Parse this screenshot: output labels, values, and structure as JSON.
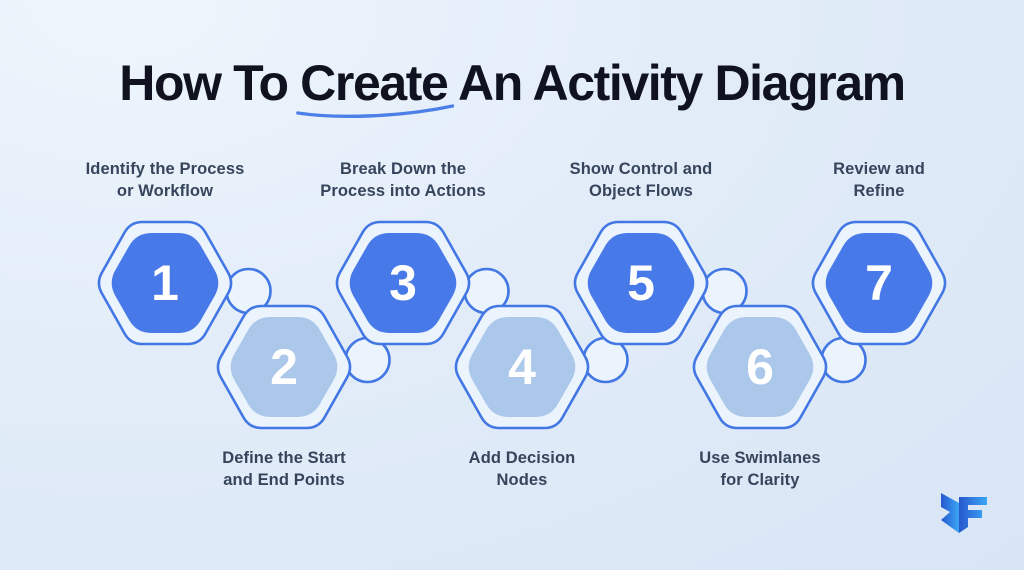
{
  "title": {
    "pre": "How To ",
    "highlight": "Create",
    "post": " An Activity Diagram"
  },
  "steps": [
    {
      "num": "1",
      "label": "Identify the Process\nor Workflow",
      "row": "top",
      "tone": "primary"
    },
    {
      "num": "2",
      "label": "Define the Start\nand End Points",
      "row": "bottom",
      "tone": "muted"
    },
    {
      "num": "3",
      "label": "Break Down the\nProcess into Actions",
      "row": "top",
      "tone": "primary"
    },
    {
      "num": "4",
      "label": "Add Decision\nNodes",
      "row": "bottom",
      "tone": "muted"
    },
    {
      "num": "5",
      "label": "Show Control and\nObject Flows",
      "row": "top",
      "tone": "primary"
    },
    {
      "num": "6",
      "label": "Use Swimlanes\nfor Clarity",
      "row": "bottom",
      "tone": "muted"
    },
    {
      "num": "7",
      "label": "Review and\nRefine",
      "row": "top",
      "tone": "primary"
    }
  ],
  "colors": {
    "primary_fill": "#4879E9",
    "muted_fill": "#ABC8EB",
    "outline": "#4377E3",
    "ring_fill": "#EBF3FC",
    "number": "#FFFFFF",
    "label_text": "#36455C",
    "title_text": "#10131F",
    "underline": "#4C80E8",
    "background_start": "#EEF5FC",
    "background_end": "#D8E5F5",
    "logo_start": "#2757CE",
    "logo_end": "#3BA6F5"
  },
  "brand": {
    "logo_icon": "stylized-mf-mark"
  }
}
